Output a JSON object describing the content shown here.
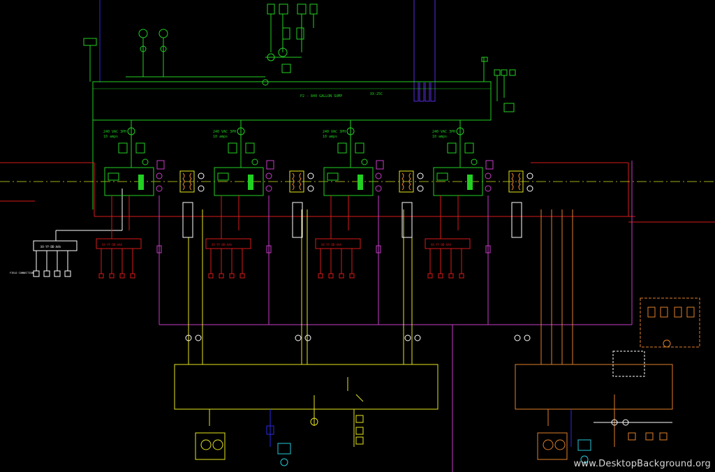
{
  "colors": {
    "green": "#22d022",
    "red": "#d81a1a",
    "magenta": "#c93cc9",
    "yellow": "#e6e61e",
    "orange": "#e0802a",
    "white": "#ffffff",
    "blue": "#2a2ae6",
    "cyan": "#26c8d8",
    "violet": "#5a2be0",
    "centerline": "#d6e620"
  },
  "sump": {
    "title": "P2 - 840 GALLON SUMP",
    "tag": "XX-25C"
  },
  "pump_groups": [
    {
      "voltage": "240 VAC 3PH",
      "amps": "10 amps",
      "panel_label": "XX-YY-DD-AAA"
    },
    {
      "voltage": "240 VAC 3PH",
      "amps": "10 amps",
      "panel_label": "XX-YY-DD-AAA"
    },
    {
      "voltage": "240 VAC 3PH",
      "amps": "10 amps",
      "panel_label": "XX-YY-DD-AAA"
    },
    {
      "voltage": "240 VAC 3PH",
      "amps": "10 amps",
      "panel_label": "XX-YY-DD-AAA"
    }
  ],
  "left_panel": {
    "label": "XX-YY-DD-AAA"
  },
  "field_connection_label": "FIELD CONNECTION",
  "watermark": "www.DesktopBackground.org"
}
